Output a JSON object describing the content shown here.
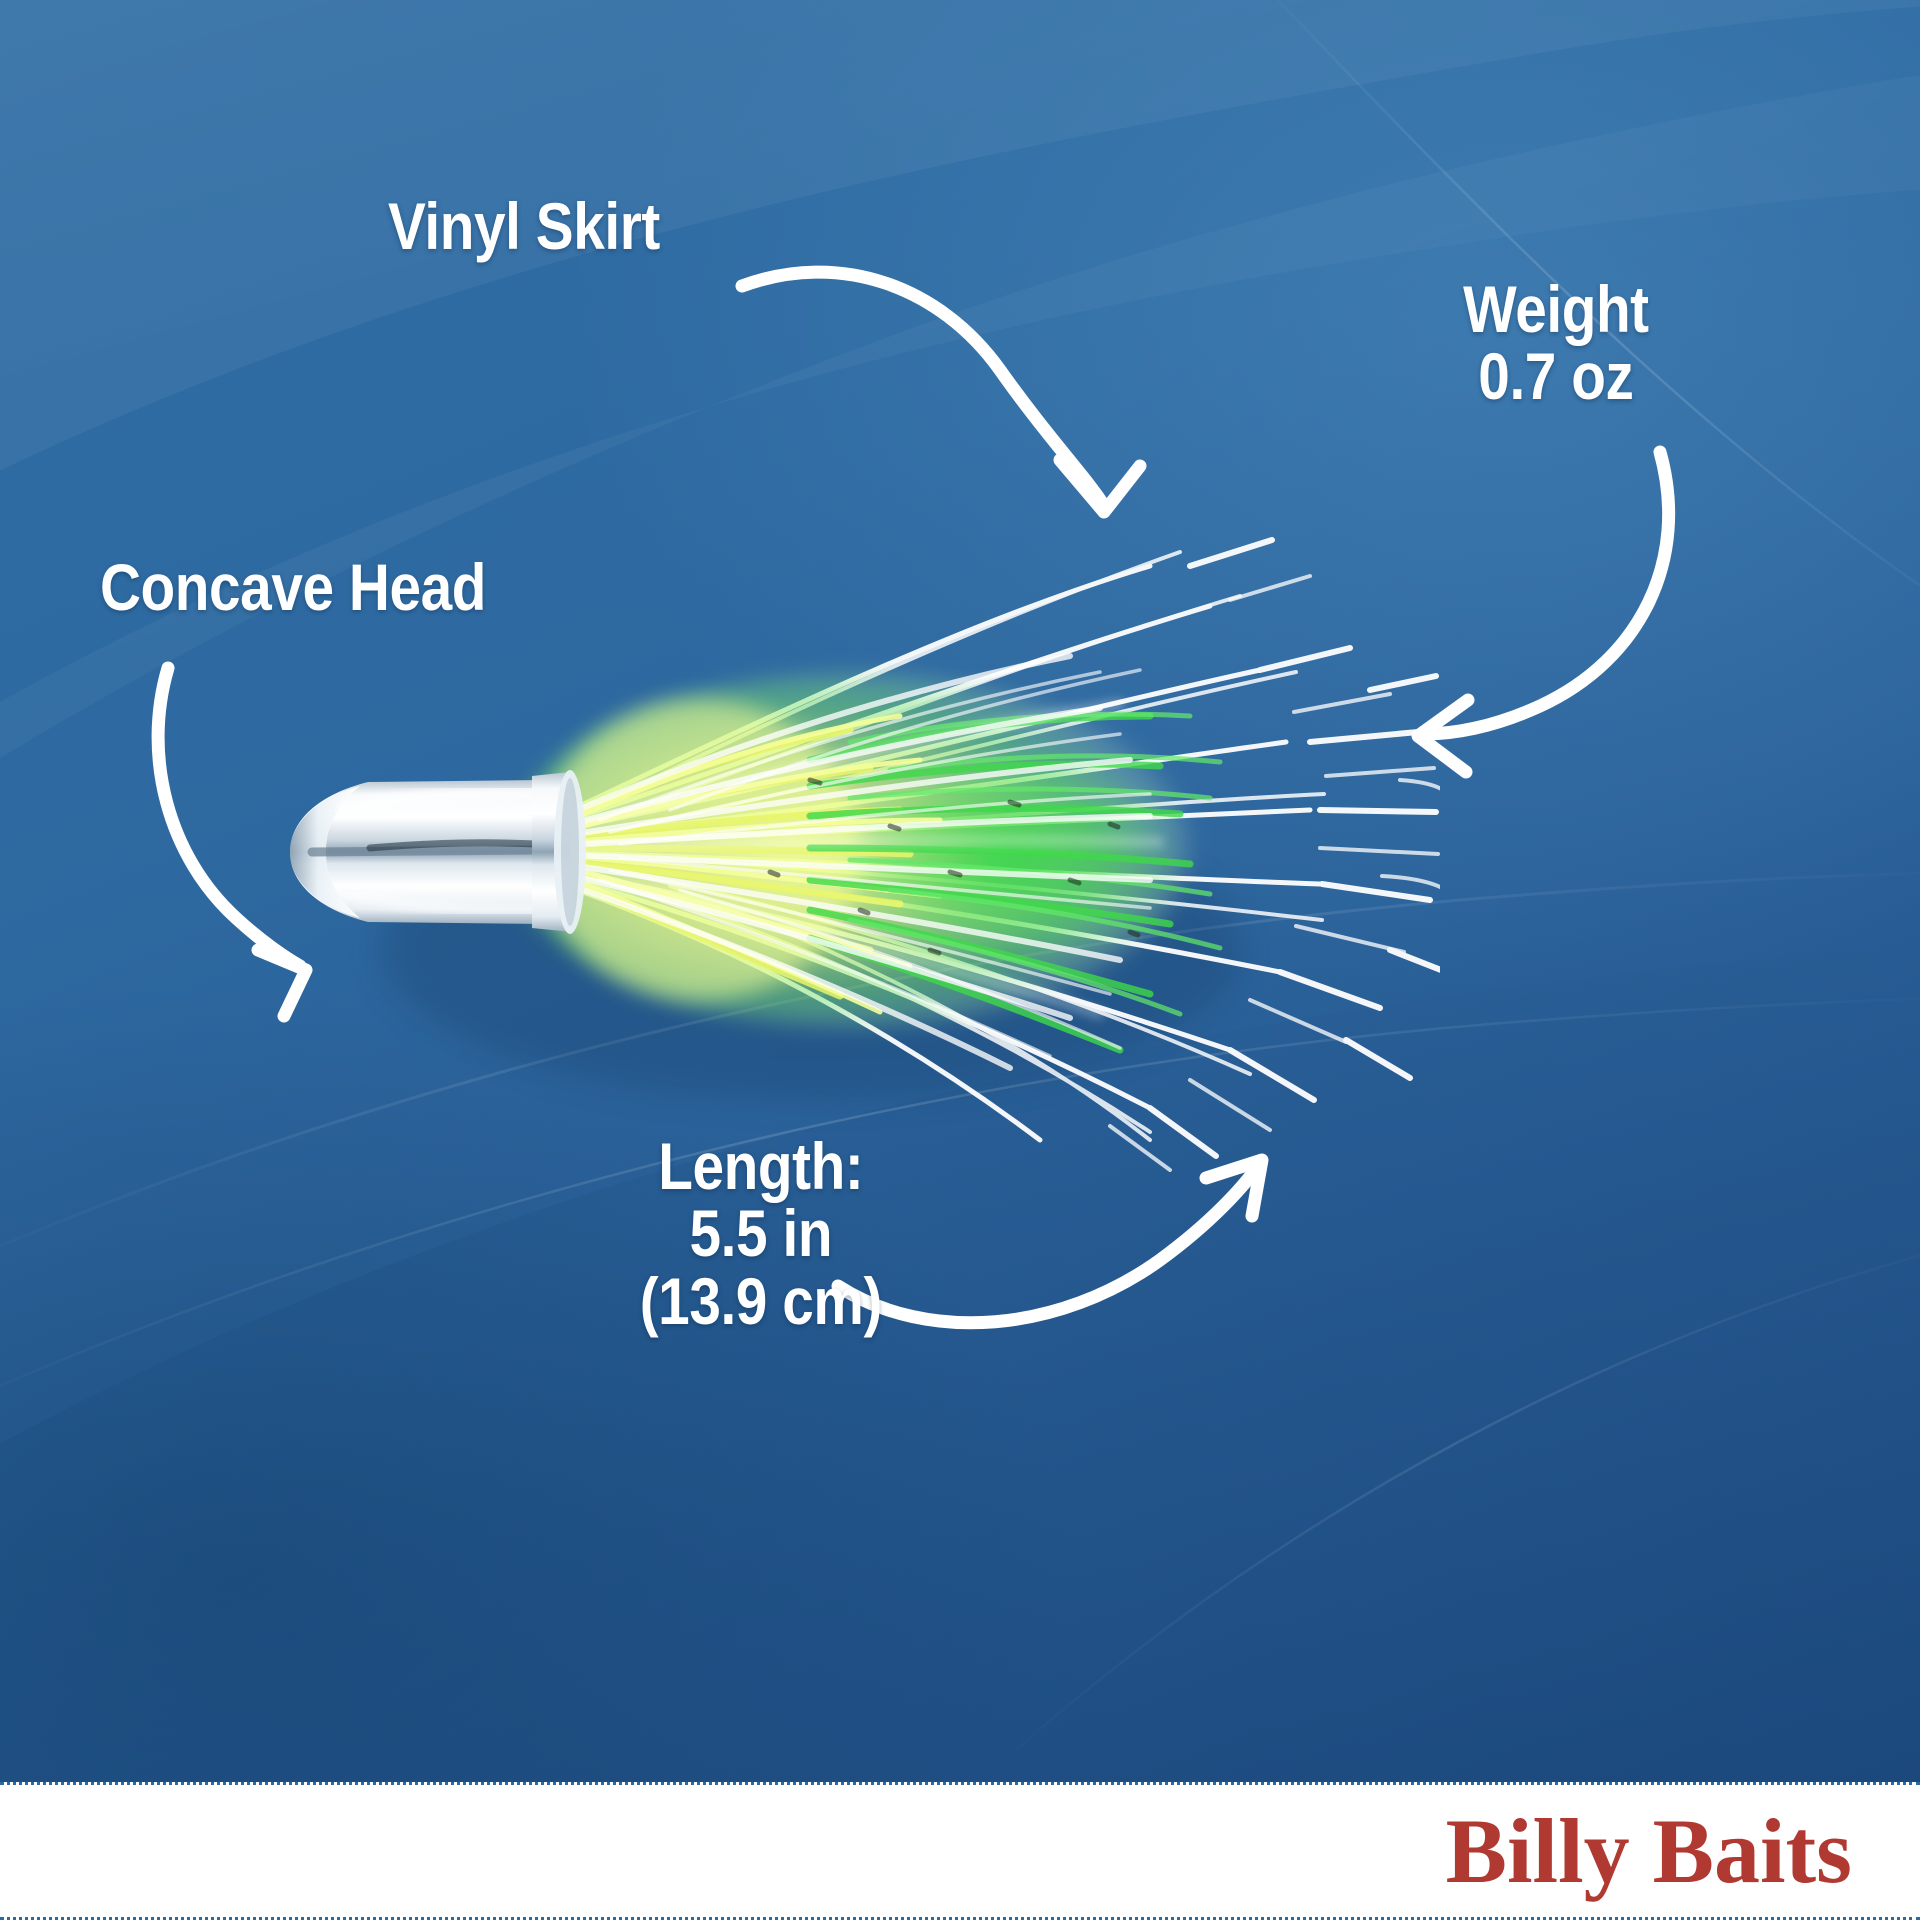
{
  "background": {
    "color_top": "#2f6da4",
    "color_bottom": "#1d4a7f"
  },
  "annotations": [
    {
      "id": "vinyl-skirt",
      "lines": [
        "Vinyl Skirt"
      ],
      "text": "Vinyl Skirt",
      "arrow": "curved-arrow-down-right"
    },
    {
      "id": "weight",
      "lines": [
        "Weight",
        "0.7 oz"
      ],
      "text": "Weight 0.7 oz",
      "line1": "Weight",
      "line2": "0.7 oz",
      "value": "0.7",
      "unit": "oz",
      "arrow": "curved-arrow-down-left"
    },
    {
      "id": "concave-head",
      "lines": [
        "Concave Head"
      ],
      "text": "Concave Head",
      "arrow": "curved-arrow-down-right"
    },
    {
      "id": "length",
      "lines": [
        "Length:",
        "5.5 in",
        "(13.9 cm)"
      ],
      "text": "Length: 5.5 in (13.9 cm)",
      "line1": "Length:",
      "line2": "5.5 in",
      "line3": "(13.9 cm)",
      "value_in": "5.5",
      "value_cm": "13.9",
      "arrow": "curved-arrow-up-right"
    }
  ],
  "product": {
    "name": "trolling-lure",
    "head_finish": "chrome",
    "skirt_colors": [
      "#ffffff",
      "#eaf56a",
      "#3fd94a",
      "#c9f0a0"
    ]
  },
  "footer": {
    "brand": "Billy Baits",
    "brand_color": "#b03a32",
    "background": "#ffffff",
    "border_style": "dotted"
  }
}
